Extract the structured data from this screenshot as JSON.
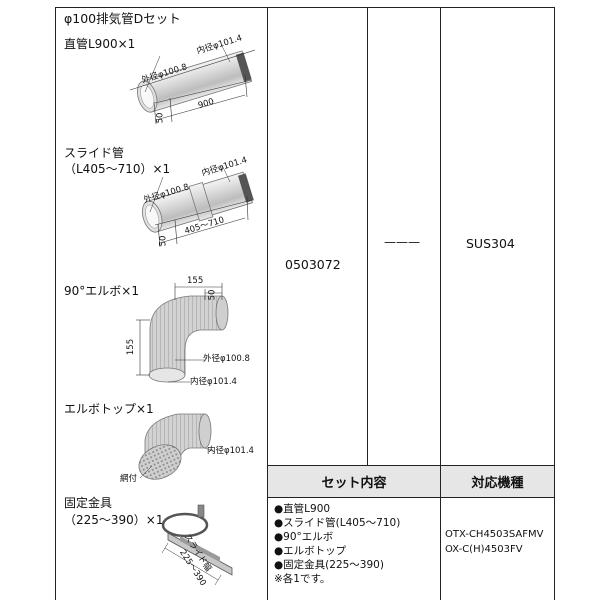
{
  "title": "φ100排気管Dセット",
  "items": [
    {
      "label": "直管L900×1",
      "dims": {
        "outer": "外径φ100.8",
        "inner": "内径φ101.4",
        "length": "900",
        "offset": "50"
      }
    },
    {
      "label_line1": "スライド管",
      "label_line2": "（L405～710）×1",
      "dims": {
        "outer": "外径φ100.8",
        "inner": "内径φ101.4",
        "length": "405～710",
        "offset": "50"
      }
    },
    {
      "label": "90°エルボ×1",
      "dims": {
        "width": "155",
        "offset": "50",
        "height": "155",
        "outer": "外径φ100.8",
        "inner": "内径φ101.4"
      }
    },
    {
      "label": "エルボトップ×1",
      "dims": {
        "inner": "内径φ101.4",
        "mesh": "網付"
      }
    },
    {
      "label_line1": "固定金具",
      "label_line2": "（225～390）×1",
      "dims": {
        "slide": "スライド幅",
        "range": "225～390"
      }
    }
  ],
  "part_number": "0503072",
  "dash": "———",
  "material": "SUS304",
  "headers": {
    "contents": "セット内容",
    "models": "対応機種"
  },
  "contents_list": [
    "●直管L900",
    "●スライド管(L405～710)",
    "●90°エルボ",
    "●エルボトップ",
    "●固定金具(225～390)",
    "※各1です。"
  ],
  "models": [
    "OTX-CH4503SAFMV",
    "OX-C(H)4503FV"
  ]
}
